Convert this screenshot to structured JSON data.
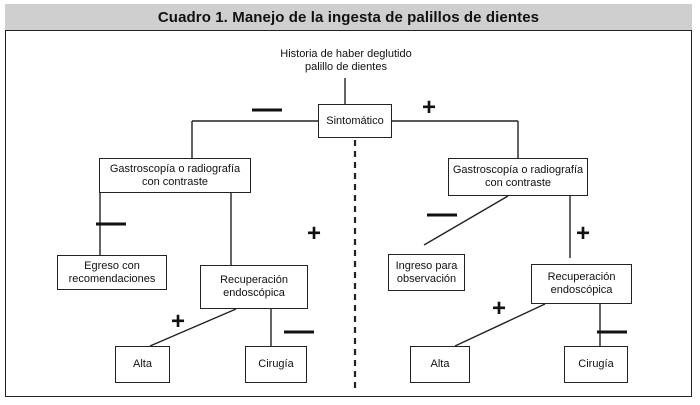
{
  "title": "Cuadro 1. Manejo de la ingesta de palillos de dientes",
  "nodes": {
    "history": "Historia de haber deglutido palillo de dientes",
    "symptomatic": "Sintomático",
    "gastro_left": "Gastroscopía o radiografía con contraste",
    "gastro_right": "Gastroscopía o radiografía con contraste",
    "egreso": "Egreso con recomendaciones",
    "ingreso": "Ingreso para observación",
    "recup_left": "Recuperación endoscópica",
    "recup_right": "Recuperación endoscópica",
    "alta_left": "Alta",
    "cirugia_left": "Cirugía",
    "alta_right": "Alta",
    "cirugia_right": "Cirugía"
  },
  "signs": {
    "minus": "—",
    "plus": "+"
  }
}
